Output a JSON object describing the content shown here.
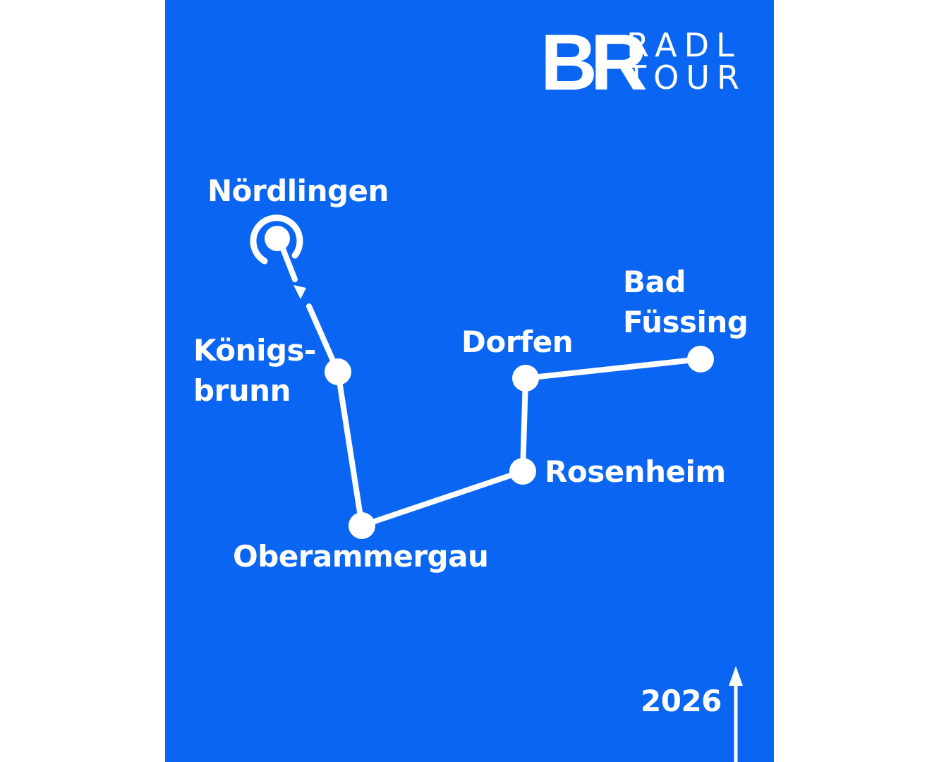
{
  "logo": {
    "mark": "BR",
    "line1": "RADL",
    "line2": "TOUR"
  },
  "stops": [
    {
      "name": "Nördlingen",
      "type": "start"
    },
    {
      "name": "Königs-\nbrunn",
      "line1": "Königs-",
      "line2": "brunn"
    },
    {
      "name": "Oberammergau"
    },
    {
      "name": "Rosenheim"
    },
    {
      "name": "Dorfen"
    },
    {
      "name": "Bad Füssing",
      "line1": "Bad",
      "line2": "Füssing",
      "type": "end"
    }
  ],
  "year": "2026",
  "colors": {
    "background": "#0a66f2",
    "foreground": "#ffffff"
  }
}
